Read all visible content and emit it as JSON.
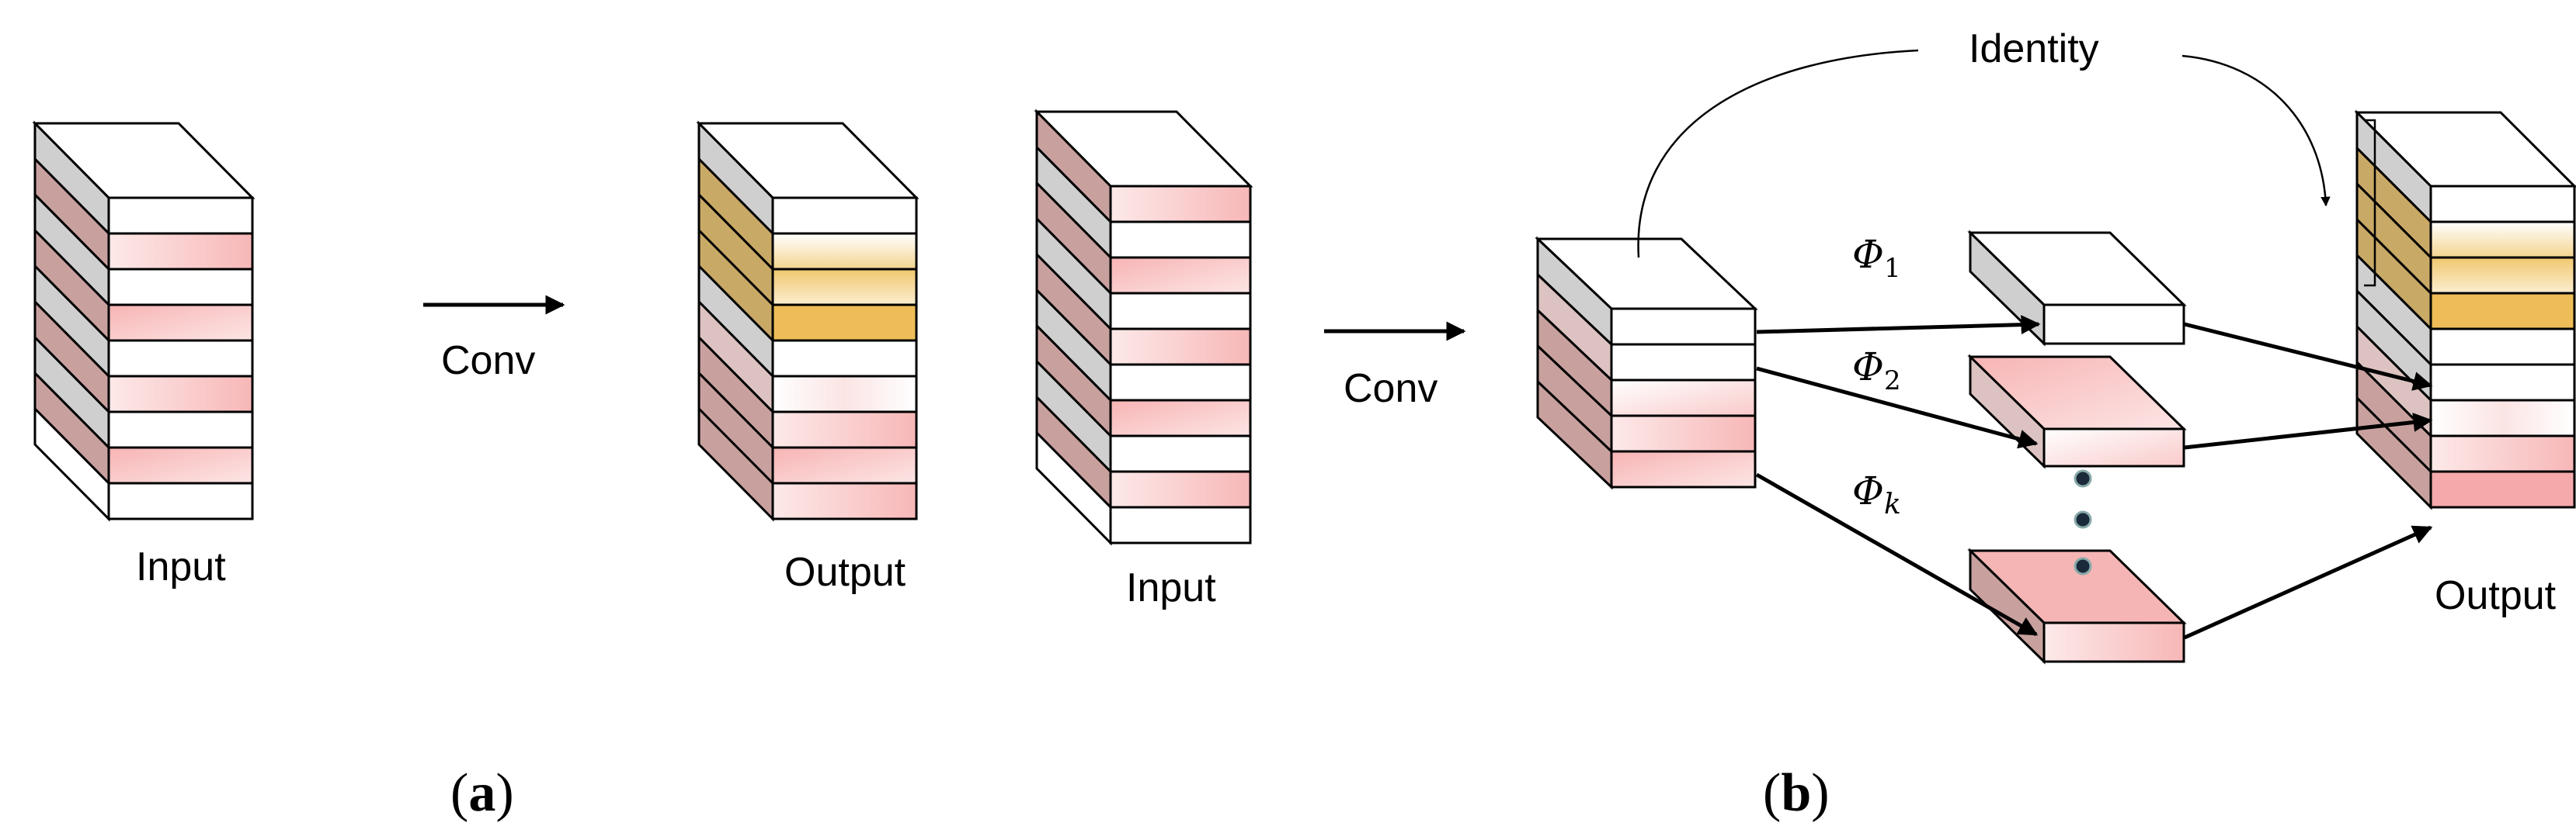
{
  "panel_a": {
    "input_label": "Input",
    "conv_label": "Conv",
    "output_label": "Output",
    "caption": "a"
  },
  "panel_b": {
    "input_label": "Input",
    "conv_label": "Conv",
    "identity_label": "Identity",
    "phi_symbol": "Φ",
    "phi_1_subscript": "1",
    "phi_2_subscript": "2",
    "phi_k_subscript": "k",
    "output_label": "Output",
    "caption": "b"
  },
  "colors": {
    "white": "#ffffff",
    "pink": "#f9c7c7",
    "pink_strong": "#f5a9a9",
    "gold": "#e9b84f",
    "gold_light": "#f6dfa4",
    "gray_side": "#cfcfcf",
    "rose_side": "#c9a3a1",
    "gold_side": "#c5a35a"
  }
}
